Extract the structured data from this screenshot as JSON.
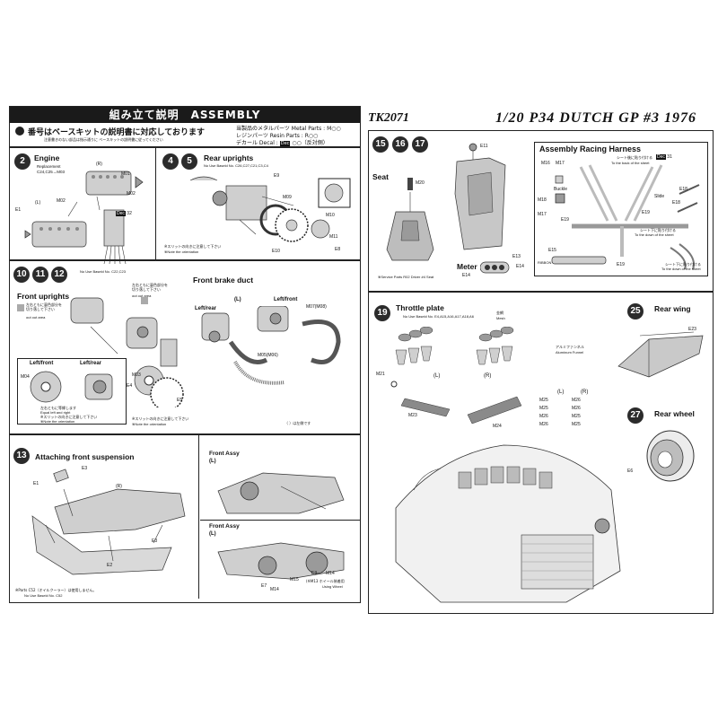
{
  "left": {
    "header": "組み立て説明　ASSEMBLY",
    "intro_main": "番号はベースキットの説明書に対応しております",
    "intro_sub": "注意書きのない部品は指示通りに ベースキットの説明書に従ってください",
    "legend": {
      "metal": "当製品のメタルパーツ Metal Parts : M○○",
      "resin": "レジンパーツ Resin Parts : R○○",
      "decal_prefix": "デカール Decal :",
      "decal_box": "Dec",
      "decal_suffix": "○○（反対側）"
    },
    "step2": {
      "num": "2",
      "title": "Engine",
      "replacement": "Replacement",
      "replacement_parts": "C24,C25→M03",
      "labels": [
        "(R)",
        "(L)",
        "M02",
        "M02",
        "M01",
        "E1",
        "Dec",
        "32"
      ]
    },
    "step45": {
      "nums": [
        "4",
        "5"
      ],
      "title": "Rear uprights",
      "no_use": "No Use Baseld No. C26,C27,C21,C3,C4",
      "labels": [
        "E9",
        "M09",
        "M10",
        "M11",
        "E8",
        "E10"
      ],
      "note_jp": "※スリットの向きに注意して下さい",
      "note_en": "※Note the orientation"
    },
    "step10": {
      "nums": [
        "10",
        "11",
        "12"
      ],
      "no_use": "No Use Baseld No. C22,C23",
      "front_uprights": "Front uprights",
      "brake_duct": "Front brake duct",
      "left_rear": "Left/rear",
      "l": "(L)",
      "left_front": "Left/front",
      "m07": "M07(M08)",
      "m05": "M05(M06)",
      "cut_note_1_jp": "左右ともに裏色部分を切り落して下さい",
      "cut_note_1_en": "out out area",
      "cut_note_2_jp": "左右ともに裏色部分を切り落して下さい",
      "cut_note_2_en": "out out area",
      "inset_left_front": "Left/front",
      "inset_left_rear": "Left/rear",
      "m04": "M04",
      "m03": "M03",
      "e4": "E4",
      "e5": "E5",
      "equal_jp": "左右ともに等縁します",
      "equal_en": "Equal left and right",
      "orient_jp": "※スリットの向きに注意して下さい",
      "orient_en": "※Note the orientation",
      "bracket": "（ ）は左側です"
    },
    "step13": {
      "num": "13",
      "title": "Attaching front suspension",
      "front_assy_1": "Front Assy",
      "front_assy_1_side": "(L)",
      "front_assy_2": "Front Assy",
      "front_assy_2_side": "(L)",
      "labels": [
        "E3",
        "E1",
        "(R)",
        "E2",
        "E3",
        "E7",
        "M14",
        "M15",
        "E3",
        "M14"
      ],
      "wheel_note_jp": "(※M13 ホイール装着用",
      "wheel_note_en": "Using Wheel",
      "parts_note_jp": "※Parts C52（オイルクーラー）は使用しません。",
      "parts_note_en": "No Use Baseld No. C52"
    }
  },
  "right": {
    "kit_code": "TK2071",
    "kit_title": "1/20 P34 DUTCH GP #3 1976",
    "step15": {
      "nums": [
        "15",
        "16",
        "17"
      ],
      "seat": "Seat",
      "m20": "M20",
      "e11": "E11",
      "service_note": "※Service Parts R02 Driver #4 Seat",
      "meter": "Meter",
      "e13": "E13",
      "e14a": "E14",
      "e14b": "E14",
      "harness_title": "Assembly Racing Harness",
      "labels": [
        "M16",
        "M17",
        "Buckle",
        "M18",
        "M17",
        "E19",
        "E18",
        "E18",
        "E19",
        "E15",
        "E19",
        "Dec",
        "31"
      ],
      "back_note_jp": "シート後に貼り付ける",
      "back_note_en": "To the back of the sheet",
      "down_note_1_jp": "シート下に貼り付ける",
      "down_note_1_en": "To the down of the sheet",
      "down_note_2_jp": "シート下に貼り付ける",
      "down_note_2_en": "To the down of the sheet",
      "slide": "Slide",
      "ribbon": "RIBBON"
    },
    "step19": {
      "num": "19",
      "title": "Throttle plate",
      "no_use": "No Use Baseld No. E4,A15,A16,A17,A18,A6",
      "mesh_jp": "金網",
      "mesh_en": "Mesh",
      "funnel_jp": "アルミファンネル",
      "funnel_en": "Aluminum Funnel",
      "m21": "M21",
      "l": "(L)",
      "r": "(R)",
      "m23": "M23",
      "m24": "M24",
      "table_head": [
        "(L)",
        "(R)"
      ],
      "table_rows": [
        [
          "M25",
          "M26"
        ],
        [
          "M25",
          "M26"
        ],
        [
          "M26",
          "M25"
        ],
        [
          "M26",
          "M25"
        ]
      ]
    },
    "step25": {
      "num": "25",
      "title": "Rear wing",
      "e23": "E23"
    },
    "step27": {
      "num": "27",
      "title": "Rear wheel",
      "e6": "E6"
    }
  }
}
